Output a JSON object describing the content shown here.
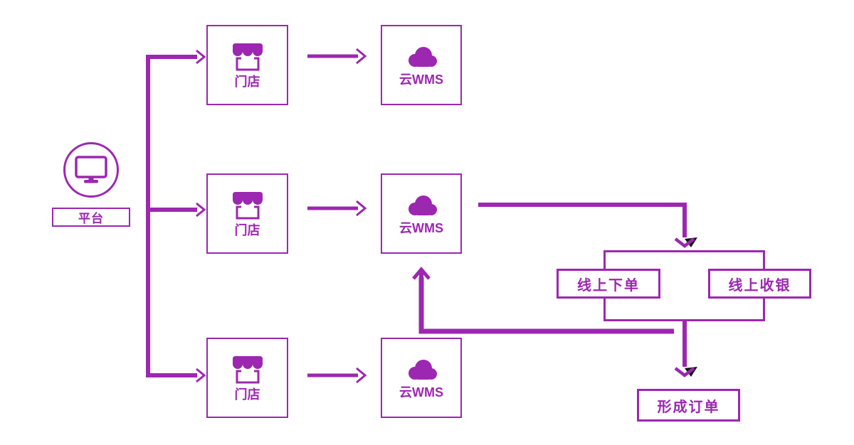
{
  "colors": {
    "accent": "#9C27B0",
    "arrow_artifact": "#111111",
    "background": "#FFFFFF"
  },
  "platform": {
    "label": "平台",
    "icon": "monitor-icon"
  },
  "stores": [
    {
      "label": "门店",
      "icon": "storefront-icon"
    },
    {
      "label": "门店",
      "icon": "storefront-icon"
    },
    {
      "label": "门店",
      "icon": "storefront-icon"
    }
  ],
  "wms": [
    {
      "label": "云WMS",
      "icon": "cloud-icon"
    },
    {
      "label": "云WMS",
      "icon": "cloud-icon"
    },
    {
      "label": "云WMS",
      "icon": "cloud-icon"
    }
  ],
  "online_order": {
    "label": "线上下单"
  },
  "online_cashier": {
    "label": "线上收银"
  },
  "form_order": {
    "label": "形成订单"
  }
}
